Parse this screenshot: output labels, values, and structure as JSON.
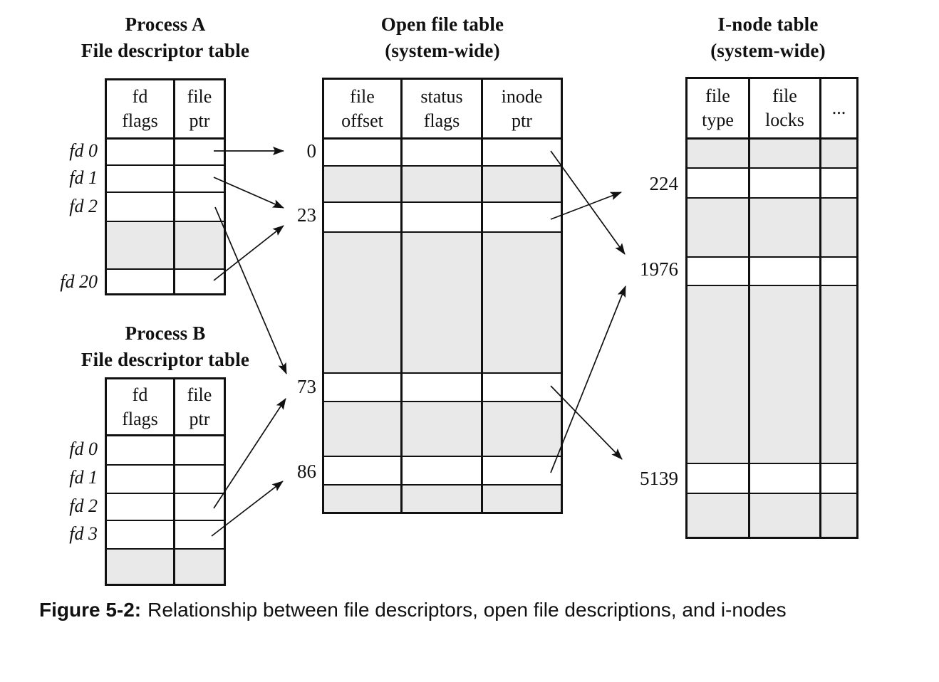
{
  "colors": {
    "shaded_cell": "#e9e9e9",
    "line": "#111111",
    "background": "#ffffff",
    "text": "#111111"
  },
  "process_a": {
    "title_line1": "Process A",
    "title_line2": "File descriptor table",
    "headers": [
      "fd\nflags",
      "file\nptr"
    ],
    "row_labels": [
      "fd 0",
      "fd 1",
      "fd 2",
      "fd 20"
    ]
  },
  "process_b": {
    "title_line1": "Process B",
    "title_line2": "File descriptor table",
    "headers": [
      "fd\nflags",
      "file\nptr"
    ],
    "row_labels": [
      "fd 0",
      "fd 1",
      "fd 2",
      "fd 3"
    ]
  },
  "open_file_table": {
    "title_line1": "Open file table",
    "title_line2": "(system-wide)",
    "headers": [
      "file\noffset",
      "status\nflags",
      "inode\nptr"
    ],
    "entry_labels": [
      "0",
      "23",
      "73",
      "86"
    ]
  },
  "inode_table": {
    "title_line1": "I-node table",
    "title_line2": "(system-wide)",
    "headers": [
      "file\ntype",
      "file\nlocks",
      "..."
    ],
    "entry_labels": [
      "224",
      "1976",
      "5139"
    ]
  },
  "connections": [
    {
      "from": "process-a-fd0-file-ptr",
      "to": "open-file-entry-0"
    },
    {
      "from": "process-a-fd1-file-ptr",
      "to": "open-file-entry-23"
    },
    {
      "from": "process-a-fd2-file-ptr",
      "to": "open-file-entry-73"
    },
    {
      "from": "process-a-fd20-file-ptr",
      "to": "open-file-entry-23"
    },
    {
      "from": "process-b-fd2-file-ptr",
      "to": "open-file-entry-73"
    },
    {
      "from": "process-b-fd3-file-ptr",
      "to": "open-file-entry-86"
    },
    {
      "from": "open-file-entry-0-inode-ptr",
      "to": "inode-entry-1976"
    },
    {
      "from": "open-file-entry-23-inode-ptr",
      "to": "inode-entry-224"
    },
    {
      "from": "open-file-entry-73-inode-ptr",
      "to": "inode-entry-5139"
    },
    {
      "from": "open-file-entry-86-inode-ptr",
      "to": "inode-entry-1976"
    }
  ],
  "caption": {
    "label": "Figure 5-2:",
    "text": "Relationship between file descriptors, open file descriptions, and i-nodes"
  }
}
